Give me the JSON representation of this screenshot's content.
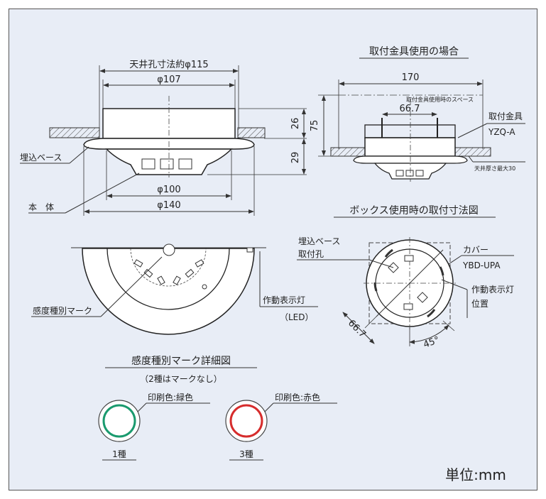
{
  "top_left": {
    "hole_label": "天井孔寸法約φ115",
    "dia107": "φ107",
    "dia100": "φ100",
    "dia140": "φ140",
    "h26": "26",
    "h29": "29",
    "embed_base": "埋込ベース",
    "body": "本　体"
  },
  "bracket": {
    "title": "取付金具使用の場合",
    "w170": "170",
    "h75": "75",
    "space": "取付金具使用時のスペース",
    "w667": "66.7",
    "bracket_label": "取付金具",
    "bracket_model": "YZQ-A",
    "ceiling": "天井厚さ最大30"
  },
  "bottom_view": {
    "mark": "感度種別マーク",
    "lamp": "作動表示灯",
    "led": "（LED）"
  },
  "box": {
    "title": "ボックス使用時の取付寸法図",
    "hole1": "埋込ベース",
    "hole2": "取付孔",
    "cover": "カバー",
    "cover_model": "YBD-UPA",
    "lamp1": "作動表示灯",
    "lamp2": "位置",
    "dim667": "66.7",
    "angle": "45°"
  },
  "marks": {
    "title": "感度種別マーク詳細図",
    "subtitle": "（2種はマークなし）",
    "green_label": "印刷色:緑色",
    "red_label": "印刷色:赤色",
    "type1": "1種",
    "type3": "3種",
    "green": "#1a9a6e",
    "red": "#d62c2c"
  },
  "unit": "単位:mm"
}
